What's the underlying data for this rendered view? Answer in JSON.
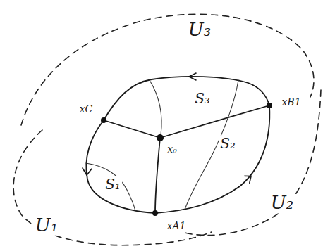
{
  "diagram": {
    "labels": [
      "U₃",
      "xC",
      "S₃",
      "xB1",
      "x₀",
      "S₂",
      "S₁",
      "U₂",
      "xA1",
      "U₁"
    ]
  }
}
